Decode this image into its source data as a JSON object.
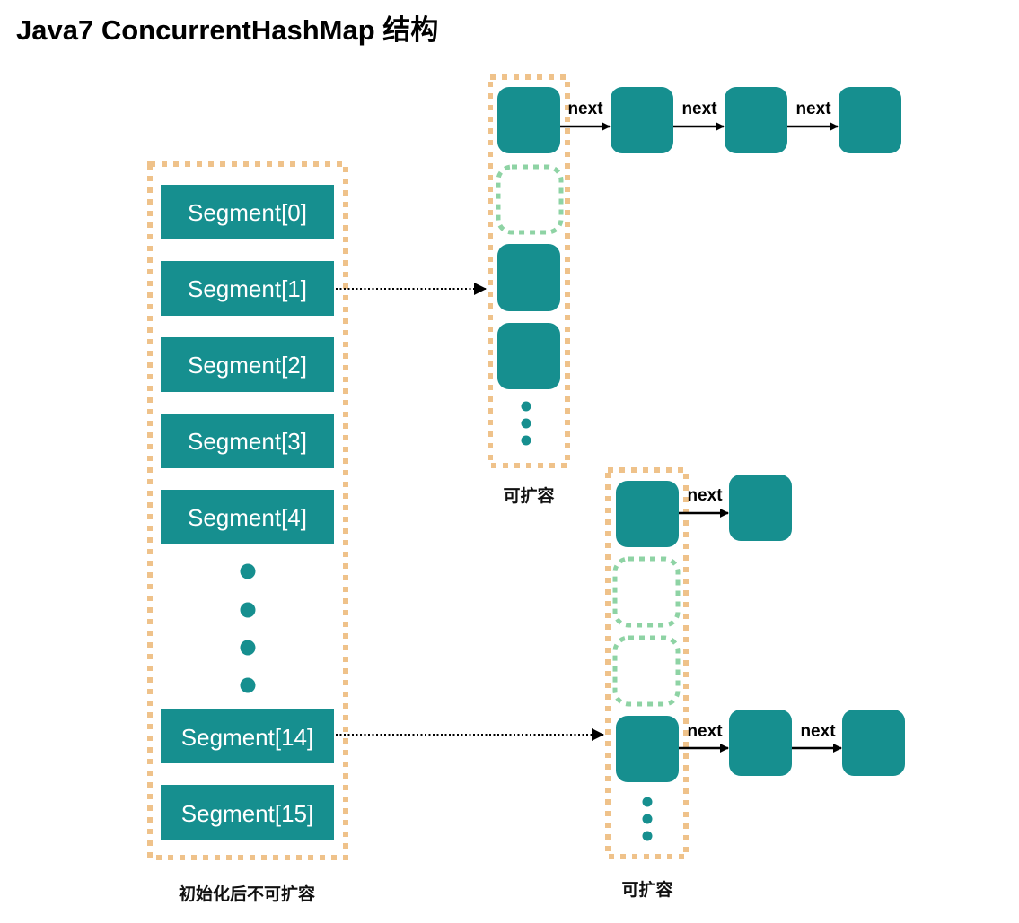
{
  "title": "Java7 ConcurrentHashMap 结构",
  "colors": {
    "node": "#168F8F",
    "container_border": "#EFC28A",
    "empty_slot_border": "#8ED3A4",
    "arrow": "#000000",
    "background": "#FFFFFF"
  },
  "segments": {
    "items": [
      "Segment[0]",
      "Segment[1]",
      "Segment[2]",
      "Segment[3]",
      "Segment[4]",
      "Segment[14]",
      "Segment[15]"
    ],
    "ellipsis_dots": 4,
    "caption": "初始化后不可扩容"
  },
  "hash_entry_tables": [
    {
      "linked_from": "Segment[1]",
      "slots": [
        "filled",
        "empty",
        "filled",
        "filled"
      ],
      "ellipsis_dots": 3,
      "chain": {
        "from_slot": 0,
        "link_label": "next",
        "length": 4
      },
      "caption": "可扩容"
    },
    {
      "linked_from": "Segment[14]",
      "slots": [
        "filled",
        "empty",
        "empty",
        "filled"
      ],
      "ellipsis_dots": 3,
      "chains": [
        {
          "from_slot": 0,
          "link_label": "next",
          "length": 2
        },
        {
          "from_slot": 3,
          "link_label": "next",
          "length": 3
        }
      ],
      "caption": "可扩容"
    }
  ],
  "link_label": "next"
}
